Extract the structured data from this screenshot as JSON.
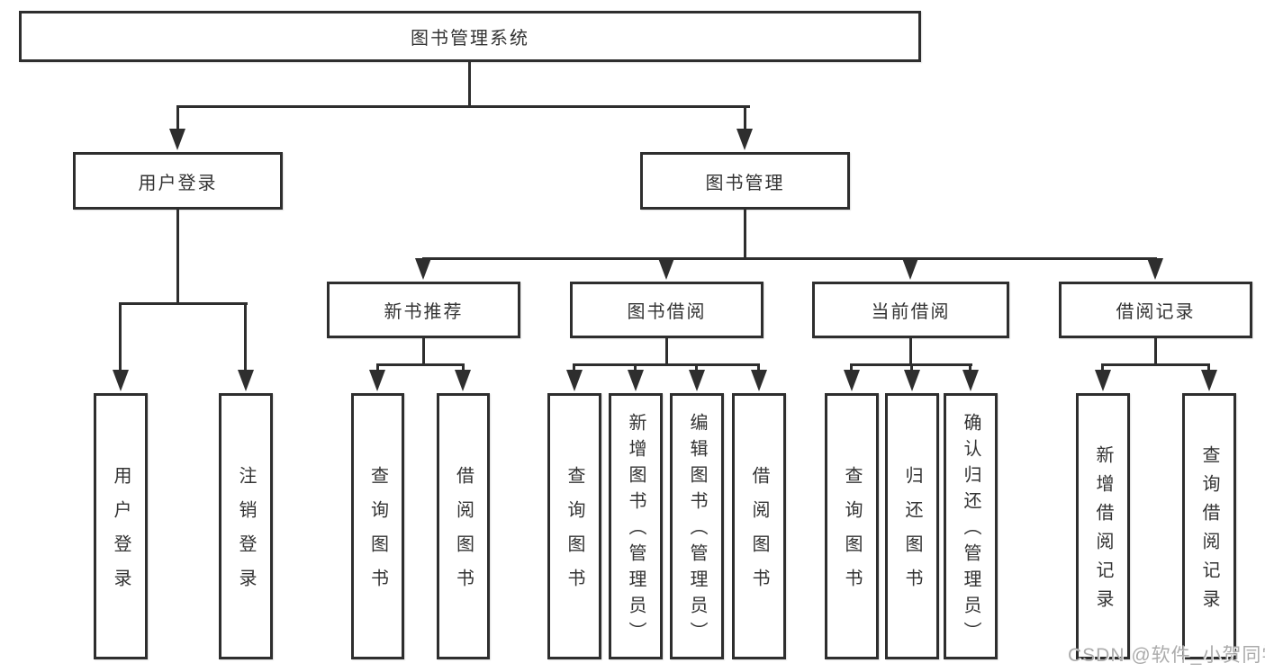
{
  "colors": {
    "line": "#2e2e2e",
    "box_border": "#2e2e2e",
    "text": "#333333",
    "watermark": "#ababab",
    "background": "#ffffff"
  },
  "tree": {
    "root": {
      "label": "图书管理系统"
    },
    "login": {
      "label": "用户登录",
      "children": [
        {
          "label": "用户登录"
        },
        {
          "label": "注销登录"
        }
      ]
    },
    "management": {
      "label": "图书管理",
      "sections": [
        {
          "label": "新书推荐",
          "children": [
            {
              "label": "查询图书"
            },
            {
              "label": "借阅图书"
            }
          ]
        },
        {
          "label": "图书借阅",
          "children": [
            {
              "label": "查询图书"
            },
            {
              "label": "新增图书（管理员）"
            },
            {
              "label": "编辑图书（管理员）"
            },
            {
              "label": "借阅图书"
            }
          ]
        },
        {
          "label": "当前借阅",
          "children": [
            {
              "label": "查询图书"
            },
            {
              "label": "归还图书"
            },
            {
              "label": "确认归还（管理员）"
            }
          ]
        },
        {
          "label": "借阅记录",
          "children": [
            {
              "label": "新增借阅记录"
            },
            {
              "label": "查询借阅记录"
            }
          ]
        }
      ]
    }
  },
  "watermark": {
    "text": "CSDN @软件_小贺同学"
  }
}
